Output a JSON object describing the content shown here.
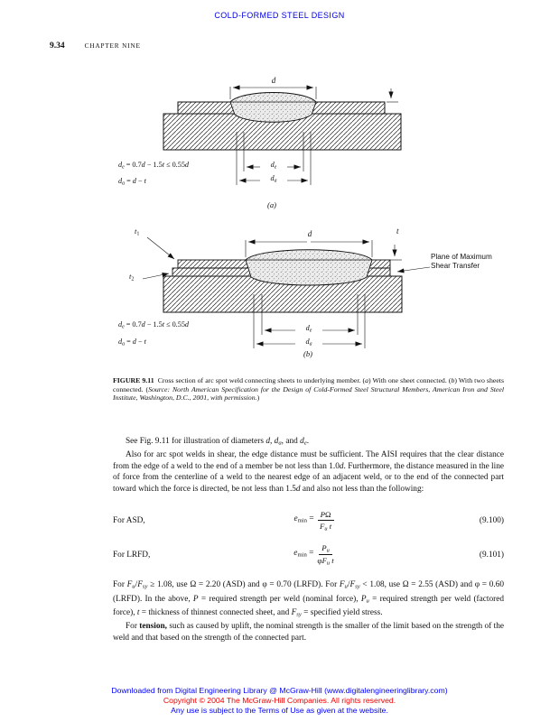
{
  "page": {
    "header_title": "COLD-FORMED STEEL DESIGN",
    "header_color": "#0000e0",
    "page_number": "9.34",
    "chapter_label": "CHAPTER NINE"
  },
  "figure": {
    "a": {
      "dim_d": [
        {
          "t": "d",
          "s": "i"
        }
      ],
      "dim_de": [
        {
          "t": "d",
          "s": "i"
        },
        {
          "t": "e",
          "s": "isub"
        }
      ],
      "dim_da": [
        {
          "t": "d",
          "s": "i"
        },
        {
          "t": "a",
          "s": "isub"
        }
      ],
      "eq_de": [
        {
          "t": "d",
          "s": "i"
        },
        {
          "t": "e",
          "s": "isub"
        },
        {
          "t": " = 0.7"
        },
        {
          "t": "d",
          "s": "i"
        },
        {
          "t": " − 1.5"
        },
        {
          "t": "t",
          "s": "i"
        },
        {
          "t": " ≤ 0.55"
        },
        {
          "t": "d",
          "s": "i"
        }
      ],
      "eq_da": [
        {
          "t": "d",
          "s": "i"
        },
        {
          "t": "a",
          "s": "isub"
        },
        {
          "t": " = "
        },
        {
          "t": "d",
          "s": "i"
        },
        {
          "t": " − "
        },
        {
          "t": "t",
          "s": "i"
        }
      ],
      "label": [
        {
          "t": "(a)",
          "s": "i"
        }
      ]
    },
    "b": {
      "t1": [
        {
          "t": "t",
          "s": "i"
        },
        {
          "t": "1",
          "s": "sub"
        }
      ],
      "t2": [
        {
          "t": "t",
          "s": "i"
        },
        {
          "t": "2",
          "s": "sub"
        }
      ],
      "t": [
        {
          "t": "t",
          "s": "i"
        }
      ],
      "dim_d": [
        {
          "t": "d",
          "s": "i"
        }
      ],
      "dim_de": [
        {
          "t": "d",
          "s": "i"
        },
        {
          "t": "e",
          "s": "isub"
        }
      ],
      "dim_da": [
        {
          "t": "d",
          "s": "i"
        },
        {
          "t": "a",
          "s": "isub"
        }
      ],
      "eq_de": [
        {
          "t": "d",
          "s": "i"
        },
        {
          "t": "e",
          "s": "isub"
        },
        {
          "t": " = 0.7"
        },
        {
          "t": "d",
          "s": "i"
        },
        {
          "t": " − 1.5"
        },
        {
          "t": "t",
          "s": "i"
        },
        {
          "t": " ≤ 0.55"
        },
        {
          "t": "d",
          "s": "i"
        }
      ],
      "eq_da": [
        {
          "t": "d",
          "s": "i"
        },
        {
          "t": "a",
          "s": "isub"
        },
        {
          "t": " = "
        },
        {
          "t": "d",
          "s": "i"
        },
        {
          "t": " − "
        },
        {
          "t": "t",
          "s": "i"
        }
      ],
      "plane_line1": "Plane of Maximum",
      "plane_line2": "Shear Transfer",
      "label": [
        {
          "t": "(b)",
          "s": "i"
        }
      ]
    },
    "caption": [
      {
        "t": "FIGURE 9.11",
        "s": "b"
      },
      {
        "t": "  Cross section of arc spot weld connecting sheets to underlying member. ("
      },
      {
        "t": "a",
        "s": "i"
      },
      {
        "t": ") With one sheet connected. ("
      },
      {
        "t": "b",
        "s": "i"
      },
      {
        "t": ") With two sheets connected. ("
      },
      {
        "t": "Source:",
        "s": "i"
      },
      {
        "t": " ",
        "s": "i"
      },
      {
        "t": "North American Specification for the Design of Cold-Formed Steel Structural Members, American Iron and Steel Institute, Washington, D.C., 2001, with permission.",
        "s": "i"
      },
      {
        "t": ")"
      }
    ]
  },
  "body": {
    "para1": [
      {
        "t": "See Fig. 9.11 for illustration of diameters "
      },
      {
        "t": "d",
        "s": "i"
      },
      {
        "t": ", "
      },
      {
        "t": "d",
        "s": "i"
      },
      {
        "t": "a",
        "s": "isub"
      },
      {
        "t": ", and "
      },
      {
        "t": "d",
        "s": "i"
      },
      {
        "t": "e",
        "s": "isub"
      },
      {
        "t": "."
      }
    ],
    "para2": [
      {
        "t": "Also for arc spot welds in shear, the edge distance must be sufficient. The AISI requires that the clear distance from the edge of a weld to the end of a member be not less than 1.0"
      },
      {
        "t": "d",
        "s": "i"
      },
      {
        "t": ". Furthermore, the distance measured in the line of force from the centerline of a weld to the nearest edge of an adjacent weld, or to the end of the connected part toward which the force is directed, be not less than 1.5"
      },
      {
        "t": "d",
        "s": "i"
      },
      {
        "t": " and also not less than the following:"
      }
    ],
    "para3": [
      {
        "t": "For "
      },
      {
        "t": "F",
        "s": "i"
      },
      {
        "t": "u",
        "s": "isub"
      },
      {
        "t": "/"
      },
      {
        "t": "F",
        "s": "i"
      },
      {
        "t": "sy",
        "s": "isub"
      },
      {
        "t": " ≥ 1.08, use Ω = 2.20 (ASD) and φ = 0.70 (LRFD). For "
      },
      {
        "t": "F",
        "s": "i"
      },
      {
        "t": "u",
        "s": "isub"
      },
      {
        "t": "/"
      },
      {
        "t": "F",
        "s": "i"
      },
      {
        "t": "sy",
        "s": "isub"
      },
      {
        "t": " < 1.08, use Ω = 2.55 (ASD) and φ = 0.60 (LRFD). In the above, "
      },
      {
        "t": "P",
        "s": "i"
      },
      {
        "t": " = required strength per weld (nominal force), "
      },
      {
        "t": "P",
        "s": "i"
      },
      {
        "t": "u",
        "s": "isub"
      },
      {
        "t": " = required strength per weld (factored force), "
      },
      {
        "t": "t",
        "s": "i"
      },
      {
        "t": " = thickness of thinnest connected sheet, and "
      },
      {
        "t": "F",
        "s": "i"
      },
      {
        "t": "sy",
        "s": "isub"
      },
      {
        "t": " = specified yield stress."
      }
    ],
    "para4": [
      {
        "t": "For "
      },
      {
        "t": "tension,",
        "s": "b"
      },
      {
        "t": " such as caused by uplift, the nominal strength is the smaller of the limit based on the strength of the weld and that based on the strength of the connected part."
      }
    ]
  },
  "equations": {
    "asd": {
      "label": "For ASD,",
      "lhs": [
        {
          "t": "e",
          "s": "i"
        },
        {
          "t": "min",
          "s": "sub"
        },
        {
          "t": " ="
        }
      ],
      "num": [
        {
          "t": "P",
          "s": "i"
        },
        {
          "t": "Ω"
        }
      ],
      "den": [
        {
          "t": "F",
          "s": "i"
        },
        {
          "t": "u",
          "s": "isub"
        },
        {
          "t": " "
        },
        {
          "t": "t",
          "s": "i"
        }
      ],
      "number": "(9.100)"
    },
    "lrfd": {
      "label": "For LRFD,",
      "lhs": [
        {
          "t": "e",
          "s": "i"
        },
        {
          "t": "min",
          "s": "sub"
        },
        {
          "t": " ="
        }
      ],
      "num": [
        {
          "t": "P",
          "s": "i"
        },
        {
          "t": "u",
          "s": "isub"
        }
      ],
      "den": [
        {
          "t": "φ"
        },
        {
          "t": "F",
          "s": "i"
        },
        {
          "t": "u",
          "s": "isub"
        },
        {
          "t": " "
        },
        {
          "t": "t",
          "s": "i"
        }
      ],
      "number": "(9.101)"
    }
  },
  "footer": {
    "line1": "Downloaded from Digital Engineering Library @ McGraw-Hill (www.digitalengineeringlibrary.com)",
    "line2": "Copyright © 2004 The McGraw-Hill Companies. All rights reserved.",
    "line3": "Any use is subject to the Terms of Use as given at the website.",
    "blue": "#0000ff",
    "red": "#ee0000"
  }
}
